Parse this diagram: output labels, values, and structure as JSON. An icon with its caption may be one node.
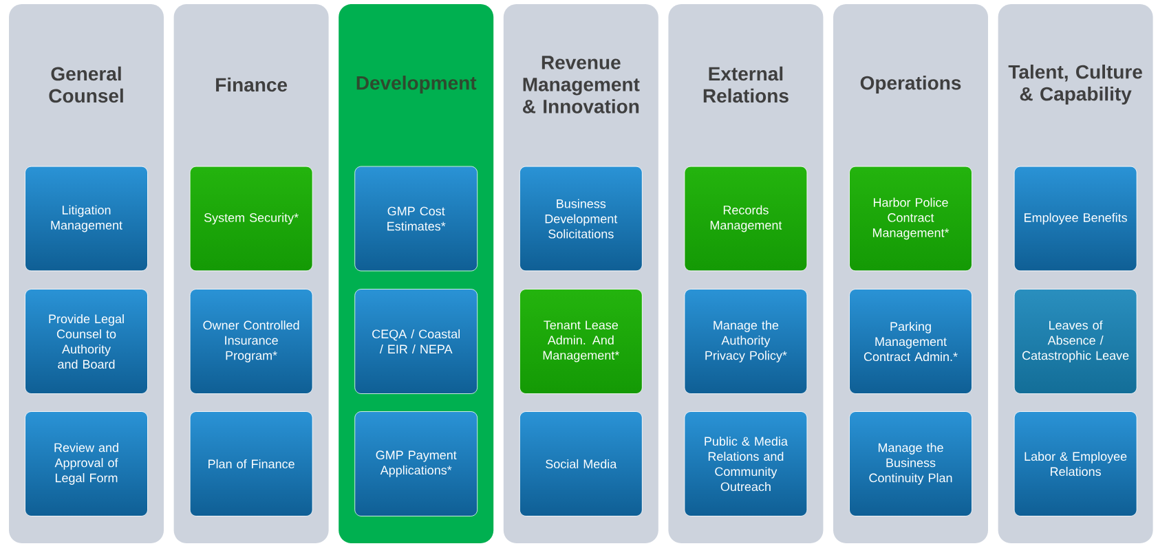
{
  "diagram": {
    "nodes": [
      {
        "text": [
          "General Counsel"
        ]
      },
      {
        "text": [
          "Litigation Management"
        ],
        "in": 0
      },
      {
        "text": [
          "Provide Legal Counsel to Authority and Board"
        ],
        "in": 0
      },
      {
        "text": [
          "Review and Approval of Legal Form"
        ],
        "in": 0
      },
      {
        "text": [
          "Finance"
        ]
      },
      {
        "text": [
          "System Security*"
        ],
        "in": 4
      },
      {
        "text": [
          "Owner Controlled Insurance Program*"
        ],
        "in": 4
      },
      {
        "text": [
          "Plan of Finance"
        ],
        "in": 4
      },
      {
        "text": [
          "Development"
        ]
      },
      {
        "text": [
          "GMP Cost Estimates*"
        ],
        "in": 8
      },
      {
        "text": [
          "CEQA / Coastal / EIR / NEPA"
        ],
        "in": 8
      },
      {
        "text": [
          "GMP Payment Applications*"
        ],
        "in": 8
      },
      {
        "text": [
          "Revenue Management & Innovation"
        ]
      },
      {
        "text": [
          "Business Development Solicitations"
        ],
        "in": 12
      },
      {
        "text": [
          "Tenant Lease Admin. And Management*"
        ],
        "in": 12
      },
      {
        "text": [
          "Social Media"
        ],
        "in": 12
      },
      {
        "text": [
          "External Relations"
        ]
      },
      {
        "text": [
          "Records Management"
        ],
        "in": 16
      },
      {
        "text": [
          "Manage the Authority Privacy Policy*"
        ],
        "in": 16
      },
      {
        "text": [
          "Public & Media Relations and Community Outreach"
        ],
        "in": 16
      },
      {
        "text": [
          "Operations"
        ]
      },
      {
        "text": [
          "Harbor Police Contract Management*"
        ],
        "in": 20
      },
      {
        "text": [
          "Parking Management Contract Admin.*"
        ],
        "in": 20
      },
      {
        "text": [
          "Manage the Business Continuity Plan"
        ],
        "in": 20
      },
      {
        "text": [
          "Talent, Culture & Capability"
        ]
      },
      {
        "text": [
          "Employee Benefits"
        ],
        "in": 24
      },
      {
        "text": [
          "Leaves of Absence / Catastrophic Leave"
        ],
        "in": 24
      },
      {
        "text": [
          "Labor & Employee Relations"
        ],
        "in": 24
      }
    ]
  }
}
